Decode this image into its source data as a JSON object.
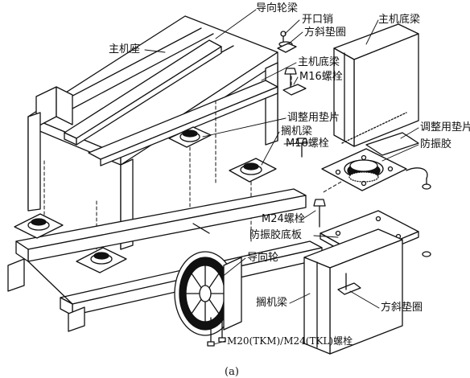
{
  "labels": {
    "guide_wheel_beam": "导向轮梁",
    "cotter_pin": "开口销",
    "tapered_washer_top": "方斜垫圈",
    "main_base": "主机座",
    "main_bottom_beam_right": "主机底梁",
    "main_bottom_beam_mid": "主机底梁",
    "bolt_m16_a": "M16螺栓",
    "shim_left": "调整用垫片",
    "shim_right": "调整用垫片",
    "rest_beam": "搁机梁",
    "bolt_m16_b": "M16螺栓",
    "anti_vibration_rubber": "防振胶",
    "bolt_m24": "M24螺栓",
    "rubber_base_plate": "防振胶底板",
    "guide_wheel": "导向轮",
    "rest_beam_bottom": "搁机梁",
    "tapered_washer_bottom": "方斜垫圈",
    "wheel_bolt": "M20(TKM)/M24(TKL)螺栓"
  },
  "caption": "(a)",
  "colors": {
    "line": "#111111",
    "paper": "#ffffff"
  }
}
